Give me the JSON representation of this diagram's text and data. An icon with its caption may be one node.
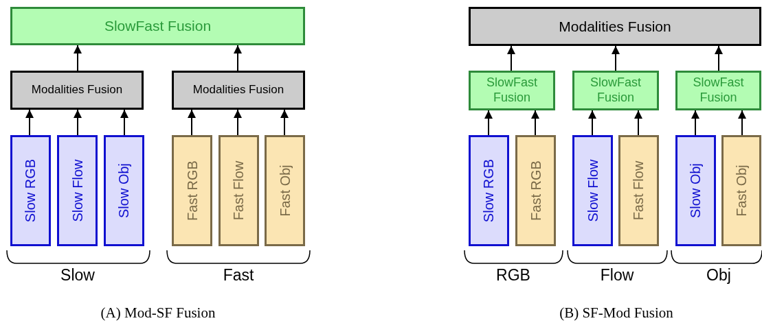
{
  "diagram": {
    "nodes": [
      {
        "text": [
          "SlowFast Fusion"
        ]
      },
      {
        "text": [
          "Modalities Fusion"
        ]
      },
      {
        "text": [
          "Modalities Fusion"
        ]
      },
      {
        "text": [
          "Slow RGB"
        ]
      },
      {
        "text": [
          "Slow Flow"
        ]
      },
      {
        "text": [
          "Slow Obj"
        ]
      },
      {
        "text": [
          "Fast RGB"
        ]
      },
      {
        "text": [
          "Fast Flow"
        ]
      },
      {
        "text": [
          "Fast Obj"
        ]
      },
      {
        "text": [
          "Modalities Fusion"
        ]
      },
      {
        "text": [
          "SlowFast Fusion"
        ]
      },
      {
        "text": [
          "SlowFast Fusion"
        ]
      },
      {
        "text": [
          "SlowFast Fusion"
        ]
      },
      {
        "text": [
          "Slow RGB"
        ]
      },
      {
        "text": [
          "Fast RGB"
        ]
      },
      {
        "text": [
          "Slow Flow"
        ]
      },
      {
        "text": [
          "Fast Flow"
        ]
      },
      {
        "text": [
          "Slow Obj"
        ]
      },
      {
        "text": [
          "Fast Obj"
        ]
      }
    ],
    "edges": [
      {
        "from": 1,
        "to": 0,
        "arrow": "to"
      },
      {
        "from": 2,
        "to": 0,
        "arrow": "to"
      },
      {
        "from": 3,
        "to": 1,
        "arrow": "to"
      },
      {
        "from": 4,
        "to": 1,
        "arrow": "to"
      },
      {
        "from": 5,
        "to": 1,
        "arrow": "to"
      },
      {
        "from": 6,
        "to": 2,
        "arrow": "to"
      },
      {
        "from": 7,
        "to": 2,
        "arrow": "to"
      },
      {
        "from": 8,
        "to": 2,
        "arrow": "to"
      },
      {
        "from": 10,
        "to": 9,
        "arrow": "to"
      },
      {
        "from": 11,
        "to": 9,
        "arrow": "to"
      },
      {
        "from": 12,
        "to": 9,
        "arrow": "to"
      },
      {
        "from": 13,
        "to": 10,
        "arrow": "to"
      },
      {
        "from": 14,
        "to": 10,
        "arrow": "to"
      },
      {
        "from": 15,
        "to": 11,
        "arrow": "to"
      },
      {
        "from": 16,
        "to": 11,
        "arrow": "to"
      },
      {
        "from": 17,
        "to": 12,
        "arrow": "to"
      },
      {
        "from": 18,
        "to": 12,
        "arrow": "to"
      }
    ],
    "labels": [
      "Slow",
      "Fast",
      "RGB",
      "Flow",
      "Obj",
      "(A) Mod-SF Fusion",
      "(B) SF-Mod Fusion"
    ]
  }
}
